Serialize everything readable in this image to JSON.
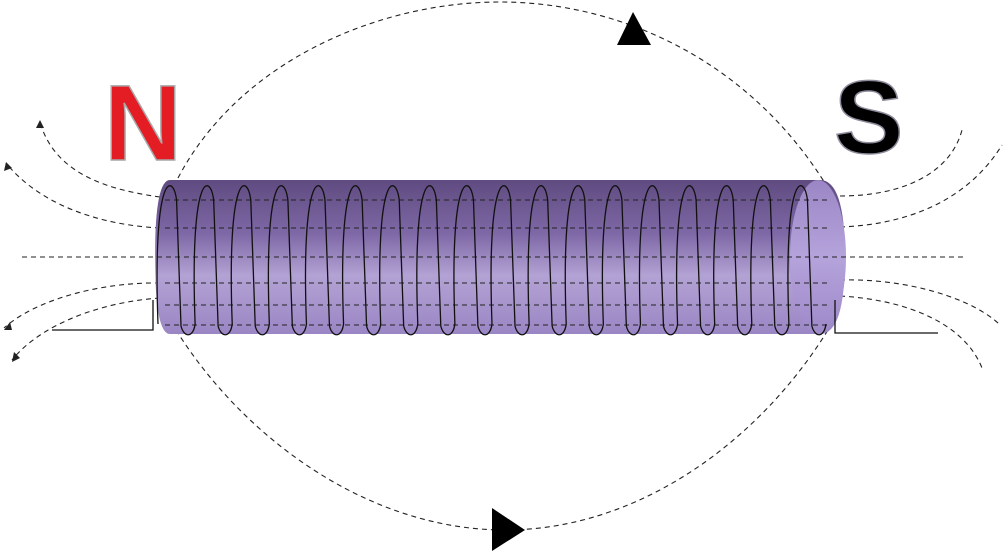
{
  "diagram": {
    "poles": {
      "north": {
        "label": "N",
        "color": "#e41c24",
        "outline": "#b0b0b0"
      },
      "south": {
        "label": "S",
        "color": "#000000",
        "outline": "#9a9aa8"
      }
    },
    "core": {
      "color_dark": "#6f5a94",
      "color_mid": "#8d77b6",
      "color_light": "#b9a8da",
      "end_cap_color": "#a692cf"
    },
    "coil": {
      "turns": 18,
      "wire_color": "#111111"
    },
    "field_lines": {
      "style": "dashed",
      "color": "#222222"
    },
    "arrowheads": {
      "top": "arrow-right-icon",
      "bottom": "arrow-right-icon"
    }
  }
}
